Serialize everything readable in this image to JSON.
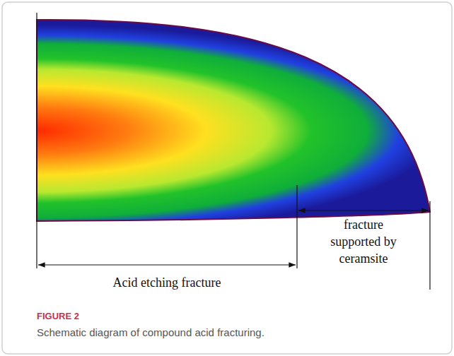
{
  "diagram": {
    "caption": "Schematic diagram of compound acid fracturing.",
    "labels": [
      "Acid etching fracture",
      "fracture supported by ceramsite",
      "FIGURE 2"
    ]
  }
}
